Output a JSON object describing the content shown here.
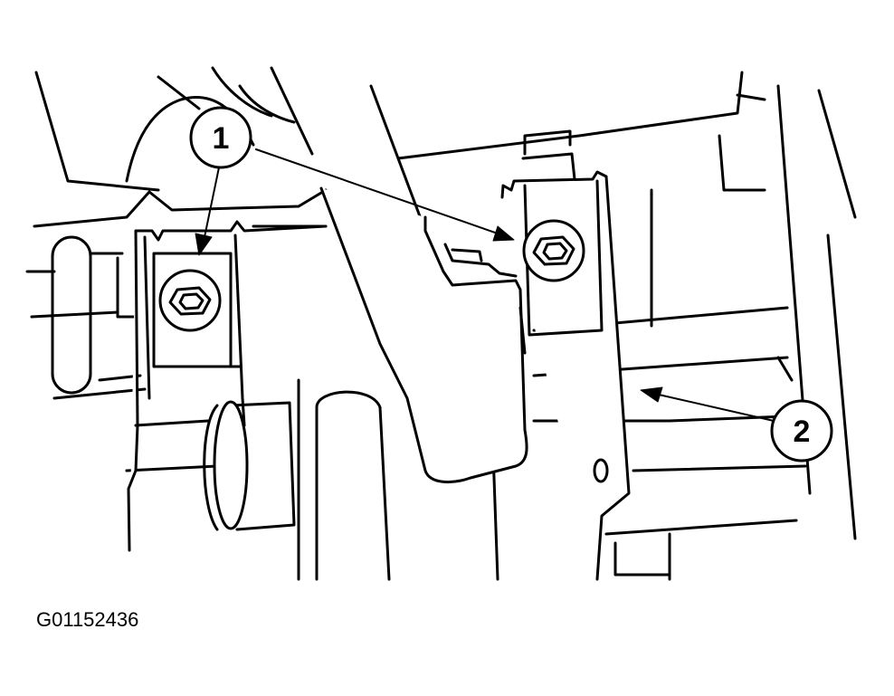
{
  "callouts": [
    {
      "label": "1",
      "target": "bracket-bolts"
    },
    {
      "label": "2",
      "target": "bracket"
    }
  ],
  "figure_code": "G01152436",
  "colors": {
    "ink": "#000000",
    "background": "#ffffff"
  }
}
